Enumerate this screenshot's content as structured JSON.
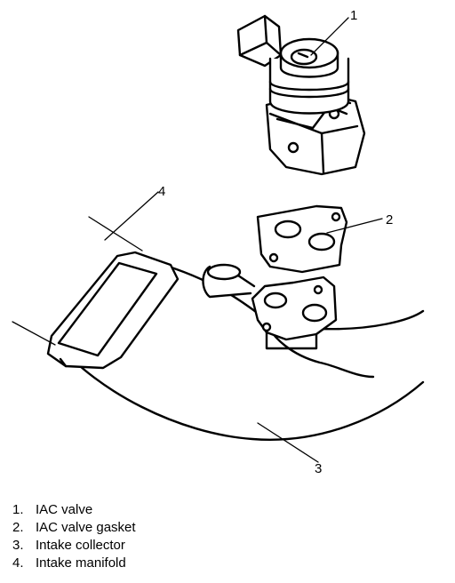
{
  "diagram": {
    "callouts": [
      "1",
      "2",
      "3",
      "4"
    ]
  },
  "legend": {
    "items": [
      {
        "number": "1.",
        "label": "IAC valve"
      },
      {
        "number": "2.",
        "label": "IAC valve gasket"
      },
      {
        "number": "3.",
        "label": "Intake collector"
      },
      {
        "number": "4.",
        "label": "Intake manifold"
      }
    ]
  }
}
